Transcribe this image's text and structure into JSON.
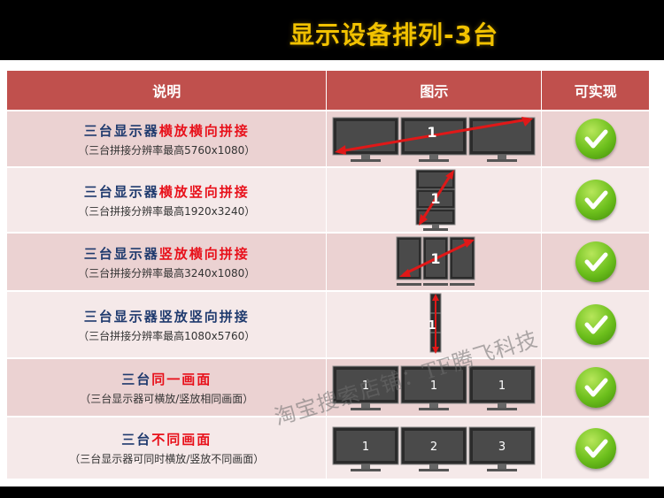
{
  "title": "显示设备排列-3台",
  "headers": {
    "desc": "说明",
    "image": "图示",
    "possible": "可实现"
  },
  "rows": [
    {
      "pre": "三台显示器",
      "emph": "横放横向拼接",
      "emph_color": "red",
      "sub": "（三台拼接分辨率最高5760x1080）",
      "labels": [
        "1"
      ],
      "check_icon": "check-icon"
    },
    {
      "pre": "三台显示器",
      "emph": "横放竖向拼接",
      "emph_color": "red",
      "sub": "（三台拼接分辨率最高1920x3240）",
      "labels": [
        "1"
      ],
      "check_icon": "check-icon"
    },
    {
      "pre": "三台显示器",
      "emph": "竖放横向拼接",
      "emph_color": "red",
      "sub": "（三台拼接分辨率最高3240x1080）",
      "labels": [
        "1"
      ],
      "check_icon": "check-icon"
    },
    {
      "pre": "三台显示器",
      "emph": "竖放竖向拼接",
      "emph_color": "blue",
      "sub": "（三台拼接分辨率最高1080x5760）",
      "labels": [
        "1"
      ],
      "check_icon": "check-icon"
    },
    {
      "pre": "三台",
      "emph": "同一画面",
      "emph_color": "red",
      "sub": "（三台显示器可横放/竖放相同画面）",
      "labels": [
        "1",
        "1",
        "1"
      ],
      "check_icon": "check-icon"
    },
    {
      "pre": "三台",
      "emph": "不同画面",
      "emph_color": "red",
      "sub": "（三台显示器可同时横放/竖放不同画面）",
      "labels": [
        "1",
        "2",
        "3"
      ],
      "check_icon": "check-icon"
    }
  ],
  "watermark": "淘宝搜索店铺：TF腾飞科技",
  "colors": {
    "header_bg": "#c0504d",
    "title": "#f2c200",
    "emph_red": "#e8101a",
    "navy": "#1f3a6e",
    "check": "#6cbf1c"
  }
}
